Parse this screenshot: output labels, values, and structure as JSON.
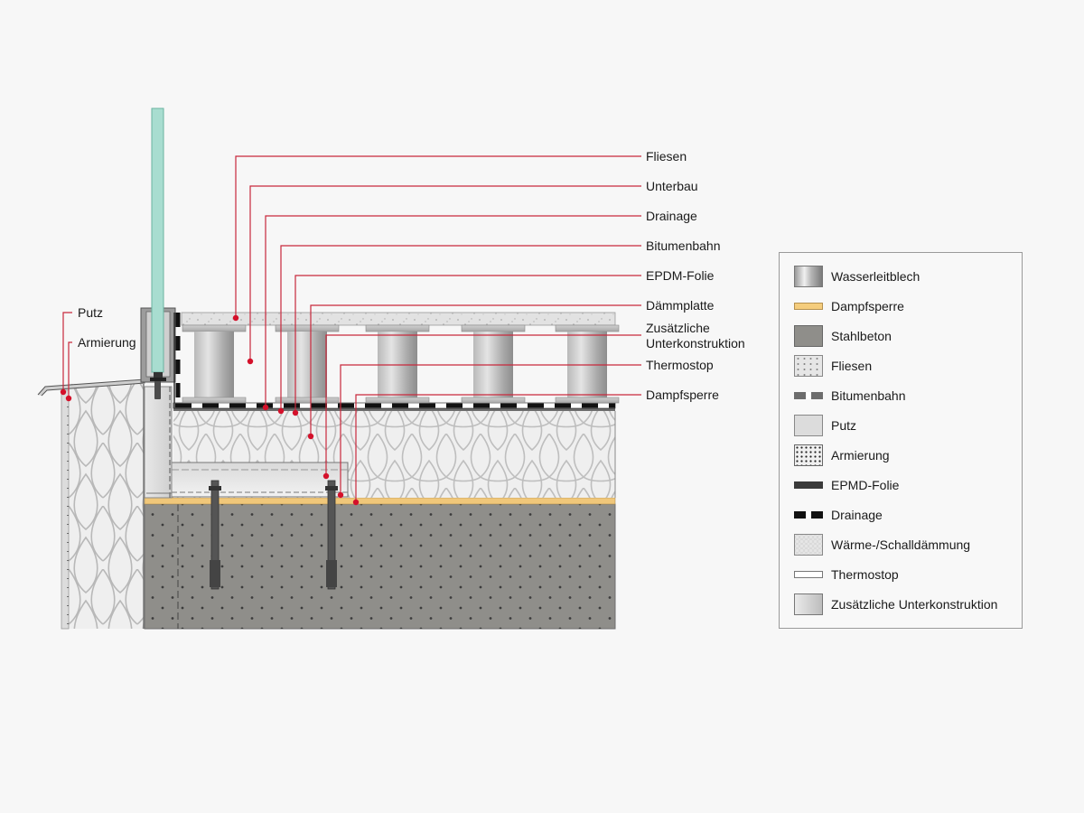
{
  "diagram": {
    "title": "Terrassenaufbau mit Glasgeländer (Querschnitt)",
    "callouts_right": [
      {
        "id": "fliesen",
        "label": "Fliesen"
      },
      {
        "id": "unterbau",
        "label": "Unterbau"
      },
      {
        "id": "drainage",
        "label": "Drainage"
      },
      {
        "id": "bitumenbahn",
        "label": "Bitumenbahn"
      },
      {
        "id": "epdm",
        "label": "EPDM-Folie"
      },
      {
        "id": "daemmplatte",
        "label": "Dämmplatte"
      },
      {
        "id": "zusaetzliche",
        "label": "Zusätzliche\nUnterkonstruktion",
        "line1": "Zusätzliche",
        "line2": "Unterkonstruktion"
      },
      {
        "id": "thermostop",
        "label": "Thermostop"
      },
      {
        "id": "dampfsperre",
        "label": "Dampfsperre"
      }
    ],
    "callouts_left": [
      {
        "id": "putz",
        "label": "Putz"
      },
      {
        "id": "armierung",
        "label": "Armierung"
      }
    ],
    "colors": {
      "callout_line": "#c8283c",
      "callout_dot": "#d4102a",
      "concrete": "#8f8e8a",
      "vapor_barrier": "#f0c77a",
      "insulation": "#efefef",
      "glass": "#a8ddd0",
      "background": "#f7f7f7"
    }
  },
  "legend": {
    "items": [
      {
        "label": "Wasserleitblech",
        "swatch": "metal-gradient"
      },
      {
        "label": "Dampfsperre",
        "swatch": "yellow-strip"
      },
      {
        "label": "Stahlbeton",
        "swatch": "concrete"
      },
      {
        "label": "Fliesen",
        "swatch": "speckled"
      },
      {
        "label": "Bitumenbahn",
        "swatch": "grey-dashed-strip"
      },
      {
        "label": "Putz",
        "swatch": "light-grey"
      },
      {
        "label": "Armierung",
        "swatch": "dotted"
      },
      {
        "label": "EPMD-Folie",
        "swatch": "dark-strip"
      },
      {
        "label": "Drainage",
        "swatch": "black-dashed-strip"
      },
      {
        "label": "Wärme-/Schalldämmung",
        "swatch": "hex-pattern"
      },
      {
        "label": "Thermostop",
        "swatch": "white-strip"
      },
      {
        "label": "Zusätzliche Unterkonstruktion",
        "swatch": "grey-gradient"
      }
    ]
  }
}
